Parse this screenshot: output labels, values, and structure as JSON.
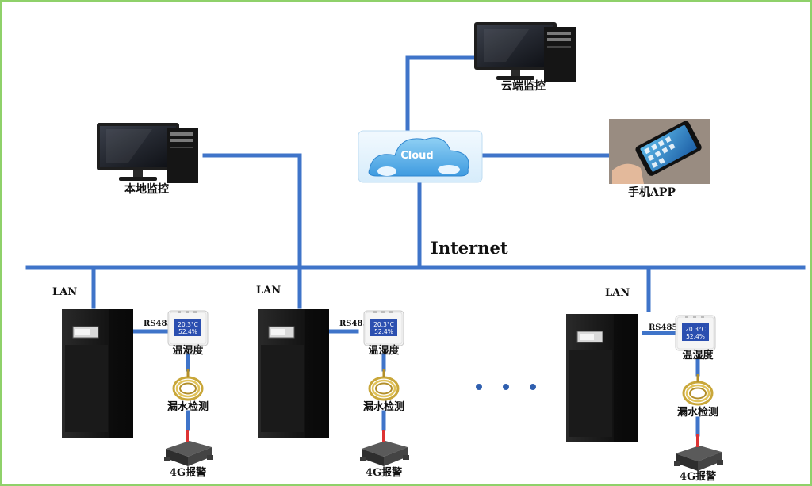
{
  "diagram": {
    "cloud_label": "Cloud",
    "cloud_monitor_label": "云端监控",
    "local_monitor_label": "本地监控",
    "mobile_app_label": "手机APP",
    "internet_label": "Internet",
    "lan_label": "LAN",
    "rs485_label": "RS485",
    "sensor_label": "温湿度",
    "water_label": "漏水检测",
    "alarm_label": "4G报警",
    "sensor_temp": "20.3°C",
    "sensor_hum": "52.4%",
    "colors": {
      "link": "#3f74c9",
      "border": "#8fd16a",
      "cabinet": "#1b1b1b"
    }
  }
}
